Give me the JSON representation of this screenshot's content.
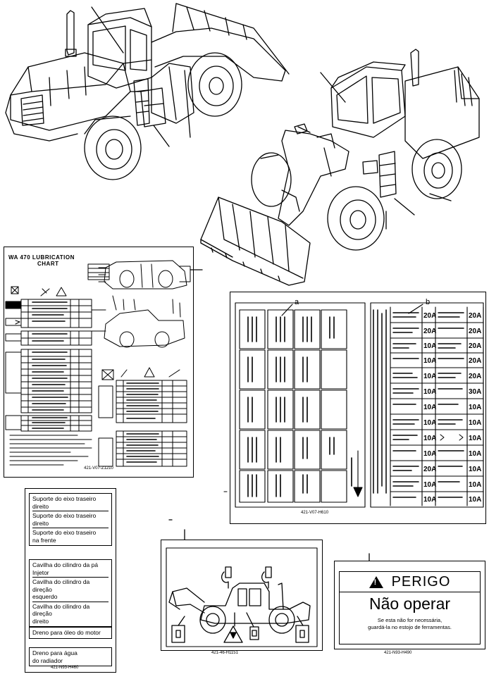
{
  "lubrication_chart": {
    "title_line1": "WA 470   LUBRICATION",
    "title_line2": "CHART",
    "code": "421-V07-Z1210"
  },
  "fuse_panel": {
    "callout_a": "a",
    "callout_b": "b",
    "code": "421-V07-H610",
    "ratings": [
      "20A",
      "20A",
      "10A",
      "10A",
      "10A",
      "10A",
      "10A",
      "10A",
      "10A",
      "10A",
      "20A",
      "10A",
      "10A"
    ],
    "ratings_right": [
      "20A",
      "20A",
      "20A",
      "20A",
      "20A",
      "30A",
      "10A",
      "10A",
      "10A",
      "10A",
      "10A",
      "10A",
      "10A"
    ]
  },
  "labels_card": {
    "group1": [
      "Suporte do eixo traseiro",
      "direito",
      "Suporte do eixo traseiro",
      "direito",
      "Suporte do eixo traseiro",
      "na frente"
    ],
    "group2": [
      "Cavilha do cilindro da pá",
      "Injetor",
      "Cavilha do cilindro da direção",
      "esquerdo",
      "Cavilha do cilindro da direção",
      "direito"
    ],
    "group3": "Dreno para óleo do motor",
    "group4": [
      "Dreno para água",
      "do radiador"
    ],
    "code": "421-N93-H460"
  },
  "decal_card": {
    "code": "421-46-H1151"
  },
  "perigo": {
    "header": "PERIGO",
    "main": "Não operar",
    "sub_line1": "Se esta não for necessária,",
    "sub_line2": "guardá-la no estojo de ferramentas.",
    "code": "421-N93-H490"
  }
}
